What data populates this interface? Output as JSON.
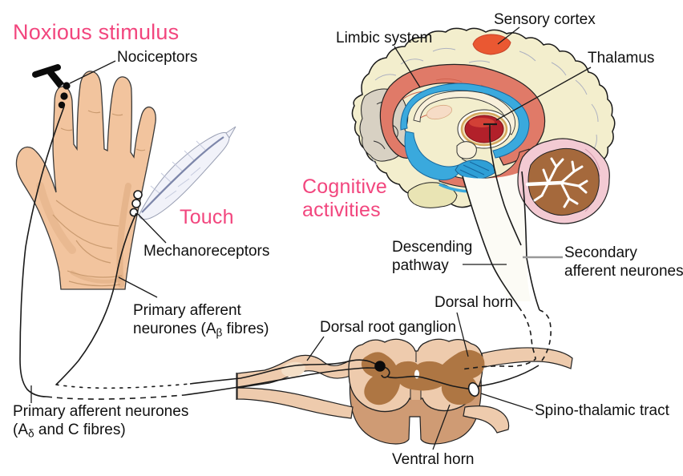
{
  "labels": {
    "noxious_stimulus": "Noxious stimulus",
    "nociceptors": "Nociceptors",
    "touch": "Touch",
    "mechanoreceptors": "Mechanoreceptors",
    "primary_ab": {
      "l1": "Primary afferent",
      "l2a": "neurones (A",
      "sub": "β",
      "l2b": " fibres)"
    },
    "primary_adc": {
      "l1": "Primary afferent neurones",
      "l2a": "(A",
      "sub": "δ",
      "l2b": " and C fibres)"
    },
    "cognitive": {
      "l1": "Cognitive",
      "l2": "activities"
    },
    "limbic_system": "Limbic system",
    "sensory_cortex": "Sensory cortex",
    "thalamus": "Thalamus",
    "descending": {
      "l1": "Descending",
      "l2": "pathway"
    },
    "secondary": {
      "l1": "Secondary",
      "l2": "afferent neurones"
    },
    "dorsal_root_ganglion": "Dorsal root ganglion",
    "dorsal_horn": "Dorsal horn",
    "ventral_horn": "Ventral horn",
    "spino_thalamic_tract": "Spino-thalamic tract"
  },
  "illustrations": {
    "hand": "hand-with-tack-and-feather",
    "brain": "sagittal-brain-section",
    "spinal_cord": "spinal-cord-cross-section"
  },
  "colors": {
    "accent_pink": "#f2467e",
    "text": "#101010",
    "line": "#1a1a1a",
    "leader_gray": "#999999",
    "skin": "#f2c49e",
    "skin_shade": "#dca97e",
    "cortex_cream": "#f3eecd",
    "cortex_gray": "#d8d1c3",
    "temporal_cream": "#e9e4b4",
    "limbic_salmon": "#e07a68",
    "ventricle_blue": "#3aa9dd",
    "pons_blue": "#2f9fd6",
    "corpus_callosum": "#f8f0db",
    "peach": "#f6dcc6",
    "thalamus_red": "#b2202a",
    "thalamus_highlight": "#d24036",
    "thalamus_ring": "#d3a85e",
    "sensory_cortex_red": "#ea5832",
    "cerebellum_pink": "#f3cad3",
    "cerebellum_brown": "#a5693c",
    "cord_light": "#eecbad",
    "cord_dark": "#cf9b74",
    "grey_matter": "#ae7643",
    "ganglion_light": "#f4dfc7",
    "feather": "#f1f2f9",
    "feather_spine": "#7d86aa"
  }
}
